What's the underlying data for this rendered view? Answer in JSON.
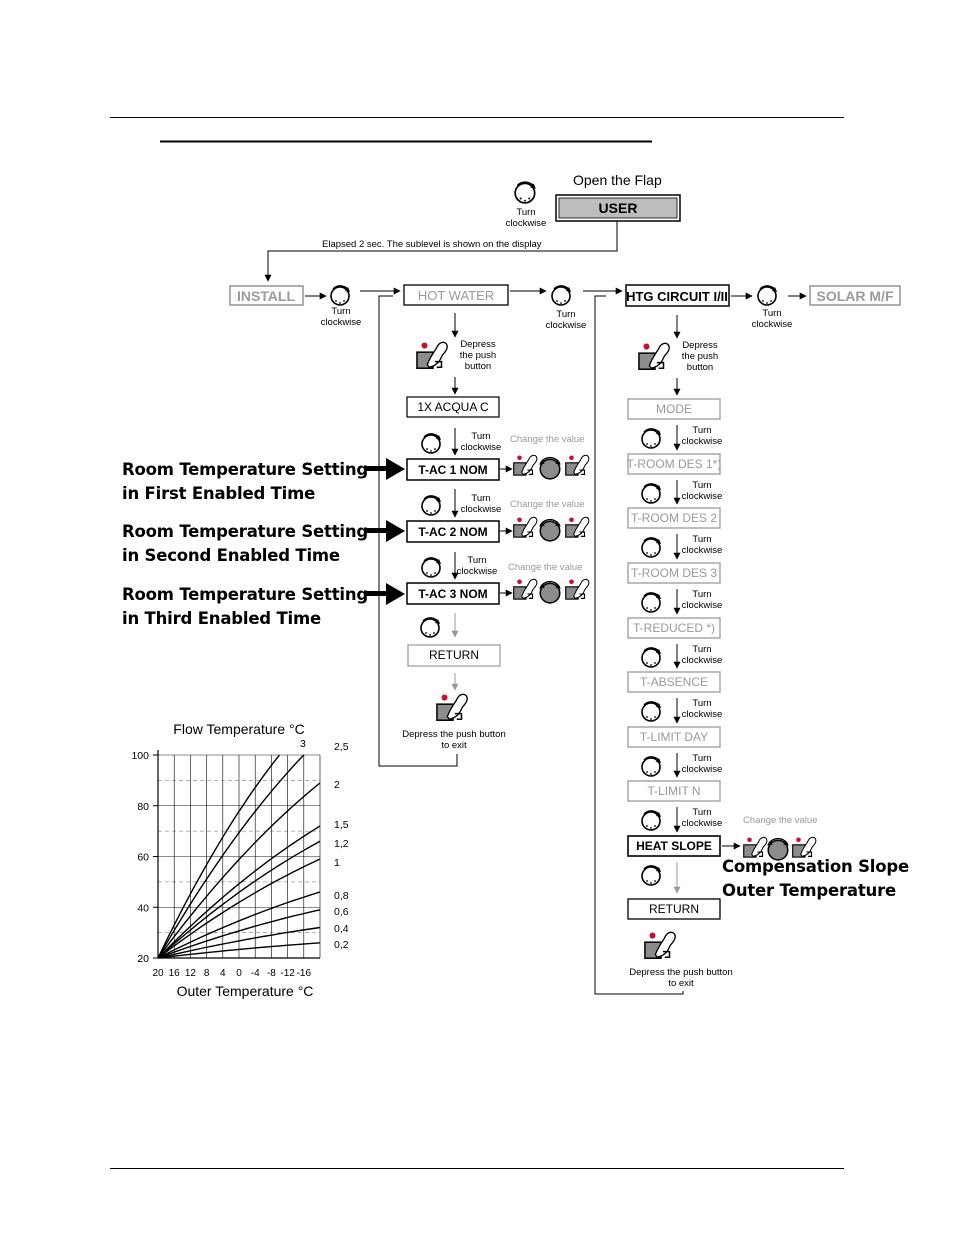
{
  "top": {
    "open_flap": "Open the Flap",
    "user": "USER",
    "turn": "Turn",
    "clockwise": "clockwise",
    "elapsed": "Elapsed 2 sec. The sublevel is shown on the display"
  },
  "menus": {
    "install": "INSTALL",
    "hot_water": "HOT WATER",
    "htg_circuit": "HTG CIRCUIT I/II",
    "solar": "SOLAR M/F"
  },
  "actions": {
    "turn": "Turn",
    "clockwise": "clockwise",
    "depress": "Depress",
    "the_push": "the push",
    "button": "button",
    "change_value": "Change the value",
    "exit_line1": "Depress the push button",
    "exit_line2": "to exit"
  },
  "hot_water_items": [
    "1X ACQUA C",
    "T-AC 1 NOM",
    "T-AC 2 NOM",
    "T-AC 3 NOM",
    "RETURN"
  ],
  "htg_items": [
    "MODE",
    "T-ROOM DES 1*)",
    "T-ROOM DES 2",
    "T-ROOM DES 3",
    "T-REDUCED *)",
    "T-ABSENCE",
    "T-LIMIT DAY",
    "T-LIMIT N",
    "HEAT SLOPE",
    "RETURN"
  ],
  "side_labels": [
    [
      "Room Temperature Setting",
      "in First Enabled Time"
    ],
    [
      "Room Temperature Setting",
      "in Second Enabled Time"
    ],
    [
      "Room Temperature Setting",
      "in Third Enabled Time"
    ]
  ],
  "compensation_label": [
    "Compensation Slope",
    "Outer Temperature"
  ],
  "colors": {
    "line": "#000000",
    "disabled": "#9a9a9a",
    "button_red": "#c8102e",
    "button_grey": "#8c8c8c"
  },
  "chart_data": {
    "type": "line",
    "title": "Flow Temperature °C",
    "xlabel": "Outer Temperature °C",
    "ylabel": "",
    "x_ticks": [
      "20",
      "16",
      "12",
      "8",
      "4",
      "0",
      "-4",
      "-8",
      "-12",
      "-16"
    ],
    "y_ticks": [
      20,
      40,
      60,
      80,
      100
    ],
    "xlim": [
      20,
      -20
    ],
    "ylim": [
      20,
      100
    ],
    "grid": true,
    "series": [
      {
        "name": "3",
        "x": [
          20,
          -10
        ],
        "y": [
          20,
          100
        ]
      },
      {
        "name": "2,5",
        "x": [
          20,
          -16
        ],
        "y": [
          20,
          100
        ]
      },
      {
        "name": "2",
        "x": [
          20,
          -20
        ],
        "y": [
          20,
          89
        ]
      },
      {
        "name": "1,5",
        "x": [
          20,
          -20
        ],
        "y": [
          20,
          72
        ]
      },
      {
        "name": "1,2",
        "x": [
          20,
          -20
        ],
        "y": [
          20,
          66
        ]
      },
      {
        "name": "1",
        "x": [
          20,
          -20
        ],
        "y": [
          20,
          59
        ]
      },
      {
        "name": "0,8",
        "x": [
          20,
          -20
        ],
        "y": [
          20,
          46
        ]
      },
      {
        "name": "0,6",
        "x": [
          20,
          -20
        ],
        "y": [
          20,
          39
        ]
      },
      {
        "name": "0,4",
        "x": [
          20,
          -20
        ],
        "y": [
          20,
          32
        ]
      },
      {
        "name": "0,2",
        "x": [
          20,
          -20
        ],
        "y": [
          20,
          26
        ]
      }
    ]
  }
}
